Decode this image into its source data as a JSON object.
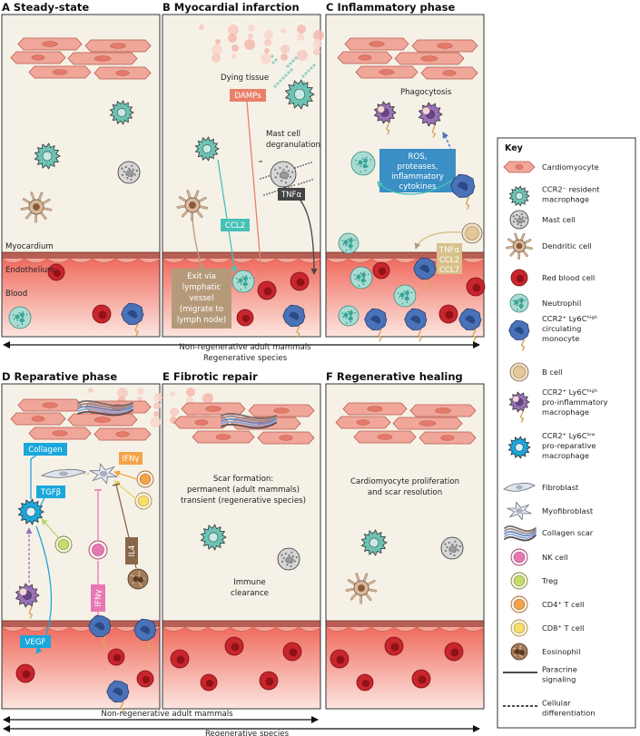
{
  "panels": [
    {
      "id": "A",
      "title": "A Steady-state"
    },
    {
      "id": "B",
      "title": "B Myocardial infarction"
    },
    {
      "id": "C",
      "title": "C Inflammatory phase"
    },
    {
      "id": "D",
      "title": "D Reparative phase"
    },
    {
      "id": "E",
      "title": "E Fibrotic repair"
    },
    {
      "id": "F",
      "title": "F Regenerative healing"
    }
  ],
  "labels": {
    "myocardium": "Myocardium",
    "endothelium": "Endothelium",
    "blood": "Blood",
    "dying_tissue": "Dying tissue",
    "damps": "DAMPs",
    "mast_degran_1": "Mast cell",
    "mast_degran_2": "degranulation",
    "ccl2": "CCL2",
    "tnfa": "TNFα",
    "exit_1": "Exit via",
    "exit_2": "lymphatic",
    "exit_3": "vessel",
    "exit_4": "(migrate to",
    "exit_5": "lymph node)",
    "phagocytosis": "Phagocytosis",
    "ros_1": "ROS,",
    "ros_2": "proteases,",
    "ros_3": "inflammatory",
    "ros_4": "cytokines",
    "c_tnfa": "TNFα",
    "c_ccl2": "CCL2",
    "c_ccl7": "CCL7",
    "collagen": "Collagen",
    "tgfb": "TGFβ",
    "ifng_d": "IFNγ",
    "ifng_nk": "IFNγ",
    "il4": "IL4",
    "vegf": "VEGF",
    "scar_1": "Scar formation:",
    "scar_2": "permanent (adult mammals)",
    "scar_3": "transient (regenerative species)",
    "immune_1": "Immune",
    "immune_2": "clearance",
    "regen_1": "Cardiomyocyte proliferation",
    "regen_2": "and scar resolution"
  },
  "axes": {
    "top_1": "Non-regenerative adult mammals",
    "top_2": "Regenerative species",
    "bottom_1": "Non-regenerative adult mammals",
    "bottom_2": "Regenerative species"
  },
  "key": {
    "title": "Key",
    "items": [
      {
        "name": "cardiomyocyte",
        "lines": [
          "Cardiomyocyte"
        ]
      },
      {
        "name": "ccr2-resident-macrophage",
        "lines": [
          "CCR2⁻ resident",
          "macrophage"
        ]
      },
      {
        "name": "mast-cell",
        "lines": [
          "Mast cell"
        ]
      },
      {
        "name": "dendritic-cell",
        "lines": [
          "Dendritic cell"
        ]
      },
      {
        "name": "red-blood-cell",
        "lines": [
          "Red blood cell"
        ]
      },
      {
        "name": "neutrophil",
        "lines": [
          "Neutrophil"
        ]
      },
      {
        "name": "circulating-monocyte",
        "lines": [
          "CCR2⁺ Ly6Cʰⁱᵍʰ",
          "circulating",
          "monocyte"
        ]
      },
      {
        "name": "b-cell",
        "lines": [
          "B cell"
        ]
      },
      {
        "name": "pro-inflammatory-macrophage",
        "lines": [
          "CCR2⁺ Ly6Cʰⁱᵍʰ",
          "pro-inflammatory",
          "macrophage"
        ]
      },
      {
        "name": "pro-reparative-macrophage",
        "lines": [
          "CCR2⁺ Ly6Cˡᵒʷ",
          "pro-reparative",
          "macrophage"
        ]
      },
      {
        "name": "fibroblast",
        "lines": [
          "Fibroblast"
        ]
      },
      {
        "name": "myofibroblast",
        "lines": [
          "Myofibroblast"
        ]
      },
      {
        "name": "collagen-scar",
        "lines": [
          "Collagen scar"
        ]
      },
      {
        "name": "nk-cell",
        "lines": [
          "NK cell"
        ]
      },
      {
        "name": "treg",
        "lines": [
          "Treg"
        ]
      },
      {
        "name": "cd4-t-cell",
        "lines": [
          "CD4⁺ T cell"
        ]
      },
      {
        "name": "cd8-t-cell",
        "lines": [
          "CD8⁺ T cell"
        ]
      },
      {
        "name": "eosinophil",
        "lines": [
          "Eosinophil"
        ]
      },
      {
        "name": "paracrine-signaling",
        "lines": [
          "Paracrine",
          "signaling"
        ]
      },
      {
        "name": "cellular-differentiation",
        "lines": [
          "Cellular",
          "differentiation"
        ]
      }
    ]
  },
  "colors": {
    "panel_bg": "#f6f1e7",
    "cardiomyocyte": "#f0a79a",
    "macrophage_resident": "#6cc3b3",
    "mast": "#b4b4b4",
    "dendritic": "#d9b89b",
    "rbc": "#c8262c",
    "neutrophil": "#a8dcd3",
    "monocyte": "#4a72b8",
    "bcell": "#e3c89a",
    "pro_inflammatory": "#9a70b8",
    "pro_reparative": "#1aa7dc",
    "nk": "#e877b3",
    "treg": "#c4dd6a",
    "cd4": "#f5a24a",
    "cd8": "#f6de6a",
    "eosinophil": "#8a6648",
    "damps": "#e8806a",
    "ccl2": "#47c1b7",
    "tnfa": "#444444",
    "ros": "#3a8fc4",
    "lymph": "#a88a6a",
    "chemokine": "#d7c08a",
    "collagen": "#1aa7dc",
    "ifng_d": "#f5a24a",
    "ifng_nk": "#e877b3",
    "il4": "#8a6648"
  }
}
